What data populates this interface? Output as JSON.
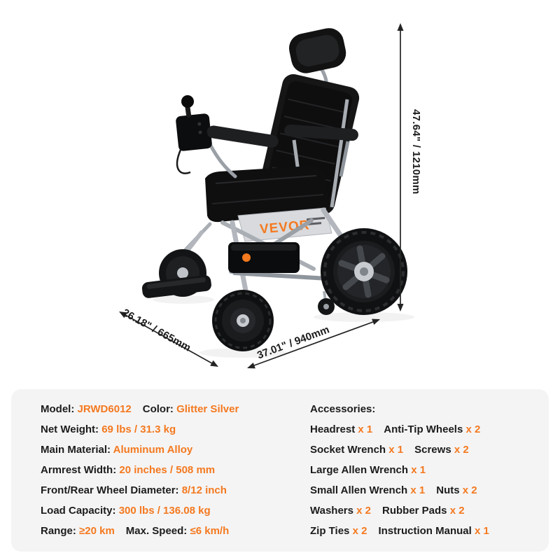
{
  "colors": {
    "accent_orange": "#F4791F",
    "text_black": "#1C1C1C",
    "panel_gray": "#F4F4F5"
  },
  "product": {
    "brand_logo": "VEVOR"
  },
  "dimensions": {
    "height": "47.64\" / 1210mm",
    "depth": "26.18\" / 665mm",
    "width": "37.01\" / 940mm"
  },
  "specs": {
    "rows": [
      {
        "segments": [
          {
            "text": "Model: "
          },
          {
            "text": "JRWD6012"
          },
          {
            "text": "Color: "
          },
          {
            "text": "Glitter Silver"
          }
        ]
      },
      {
        "segments": [
          {
            "text": "Net Weight: "
          },
          {
            "text": "69 lbs / 31.3 kg"
          }
        ]
      },
      {
        "segments": [
          {
            "text": "Main Material: "
          },
          {
            "text": "Aluminum Alloy"
          }
        ]
      },
      {
        "segments": [
          {
            "text": "Armrest Width: "
          },
          {
            "text": "20 inches / 508 mm"
          }
        ]
      },
      {
        "segments": [
          {
            "text": "Front/Rear Wheel Diameter: "
          },
          {
            "text": "8/12 inch"
          }
        ]
      },
      {
        "segments": [
          {
            "text": "Load Capacity: "
          },
          {
            "text": "300 lbs / 136.08 kg"
          }
        ]
      },
      {
        "segments": [
          {
            "text": "Range: "
          },
          {
            "text": "≥20 km"
          },
          {
            "text": "Max. Speed: "
          },
          {
            "text": "≤6 km/h"
          }
        ]
      }
    ]
  },
  "accessories": {
    "title": "Accessories:",
    "rows": [
      {
        "segments": [
          {
            "text": "Headrest "
          },
          {
            "text": "x 1"
          },
          {
            "text": "Anti-Tip Wheels "
          },
          {
            "text": "x 2"
          }
        ]
      },
      {
        "segments": [
          {
            "text": "Socket Wrench "
          },
          {
            "text": "x 1"
          },
          {
            "text": "Screws "
          },
          {
            "text": "x 2"
          }
        ]
      },
      {
        "segments": [
          {
            "text": "Large Allen Wrench "
          },
          {
            "text": "x 1"
          }
        ]
      },
      {
        "segments": [
          {
            "text": "Small Allen Wrench "
          },
          {
            "text": "x 1"
          },
          {
            "text": "Nuts "
          },
          {
            "text": "x 2"
          }
        ]
      },
      {
        "segments": [
          {
            "text": "Washers "
          },
          {
            "text": "x 2"
          },
          {
            "text": "Rubber Pads "
          },
          {
            "text": "x 2"
          }
        ]
      },
      {
        "segments": [
          {
            "text": "Zip Ties "
          },
          {
            "text": "x 2"
          },
          {
            "text": "Instruction Manual "
          },
          {
            "text": "x 1"
          }
        ]
      }
    ]
  }
}
